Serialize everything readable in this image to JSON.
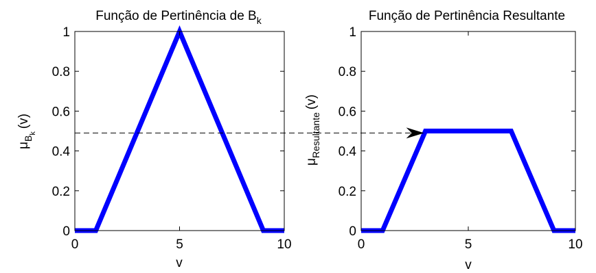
{
  "colors": {
    "series": "#0000ff",
    "axes": "#000000",
    "background": "#ffffff",
    "dashed": "#000000"
  },
  "chart_data": [
    {
      "type": "line",
      "title": "Função de Pertinência de B",
      "title_subscript": "k",
      "xlabel": "v",
      "ylabel_base": "μ",
      "ylabel_sub": "B",
      "ylabel_subsub": "k",
      "ylabel_suffix": "(v)",
      "xlim": [
        0,
        10
      ],
      "ylim": [
        0,
        1
      ],
      "xticks": [
        "0",
        "5",
        "10"
      ],
      "yticks": [
        "0",
        "0.2",
        "0.4",
        "0.6",
        "0.8",
        "1"
      ],
      "grid": false,
      "series": [
        {
          "x": [
            0,
            1,
            5,
            9,
            10
          ],
          "y": [
            0,
            0,
            1,
            0,
            0
          ]
        }
      ],
      "annotations": [
        {
          "type": "dashed-hline",
          "y": 0.49,
          "x_from": 0,
          "continues_to_next_plot": true
        }
      ]
    },
    {
      "type": "line",
      "title": "Função de Pertinência Resultante",
      "xlabel": "v",
      "ylabel_base": "μ",
      "ylabel_sub": "Resultante",
      "ylabel_suffix": "(v)",
      "xlim": [
        0,
        10
      ],
      "ylim": [
        0,
        1
      ],
      "xticks": [
        "0",
        "5",
        "10"
      ],
      "yticks": [
        "0",
        "0.2",
        "0.4",
        "0.6",
        "0.8",
        "1"
      ],
      "grid": false,
      "series": [
        {
          "x": [
            0,
            1,
            3,
            7,
            9,
            10
          ],
          "y": [
            0,
            0,
            0.5,
            0.5,
            0,
            0
          ]
        }
      ],
      "annotations": [
        {
          "type": "arrow",
          "y": 0.49,
          "x_to": 3
        }
      ]
    }
  ]
}
